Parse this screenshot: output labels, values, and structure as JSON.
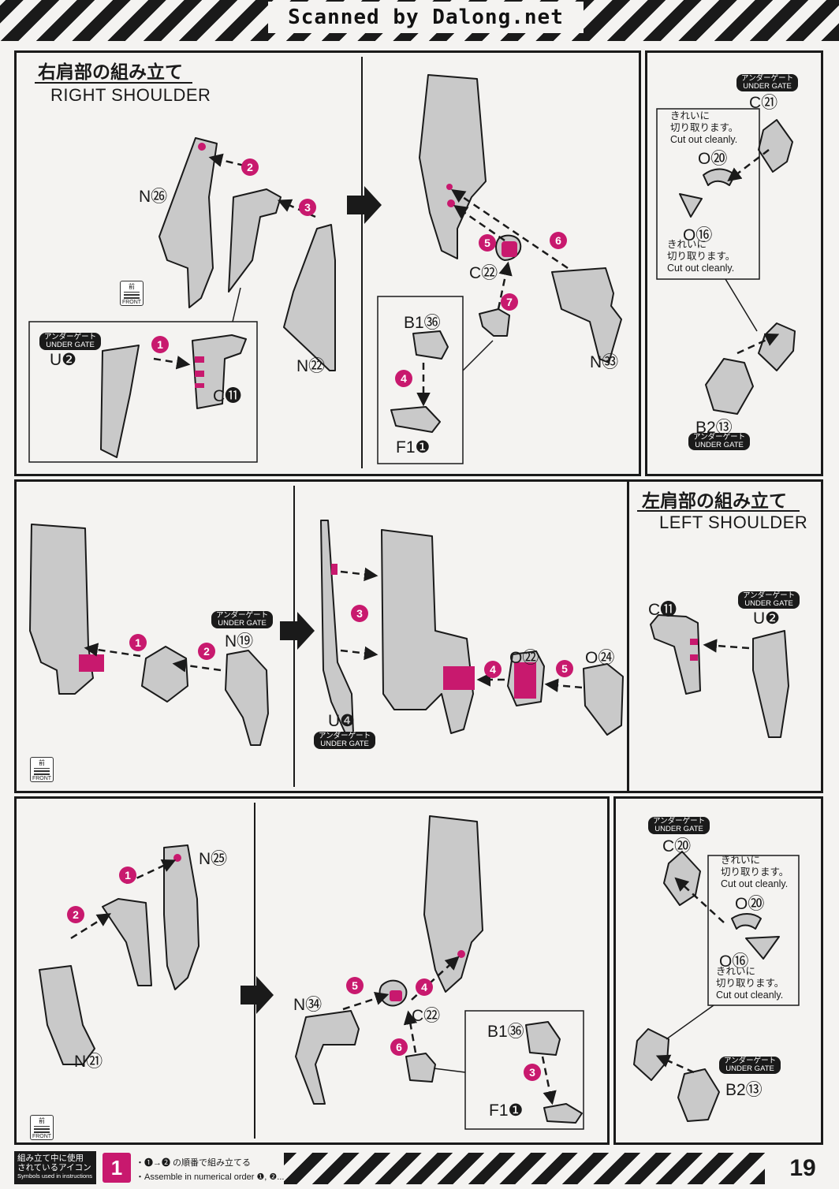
{
  "header": {
    "watermark": "Scanned by Dalong.net"
  },
  "colors": {
    "accent": "#c8196e",
    "ink": "#1a1a1a",
    "part": "#c9c9c9",
    "paper": "#f4f3f1"
  },
  "section_right": {
    "title_ja": "右肩部の組み立て",
    "title_en": "RIGHT SHOULDER",
    "panel1": {
      "parts": [
        "N㉖",
        "N㉒"
      ],
      "front_ja": "前",
      "front_en": "FRONT",
      "inset": {
        "badge": "アンダーゲート\nUNDER GATE",
        "parts": [
          "U❷",
          "C⓫"
        ]
      },
      "steps": [
        "1",
        "2",
        "3"
      ]
    },
    "panel2": {
      "parts": [
        "C㉒",
        "N㉝",
        "B1㊱",
        "F1❶"
      ],
      "steps": [
        "4",
        "5",
        "6",
        "7"
      ]
    },
    "panel3": {
      "badge_top": "アンダーゲート\nUNDER GATE",
      "parts": [
        "C㉑",
        "O⑳",
        "O⑯",
        "B2⑬"
      ],
      "note1": [
        "きれいに",
        "切り取ります。",
        "Cut out cleanly."
      ],
      "note2": [
        "きれいに",
        "切り取ります。",
        "Cut out cleanly."
      ],
      "badge_bottom": "アンダーゲート\nUNDER GATE"
    }
  },
  "section_mid": {
    "panel1": {
      "badge": "アンダーゲート\nUNDER GATE",
      "parts": [
        "N⑲"
      ],
      "front_ja": "前",
      "front_en": "FRONT",
      "steps": [
        "1",
        "2"
      ]
    },
    "panel2": {
      "parts": [
        "U❹",
        "O㉒",
        "O㉔"
      ],
      "badge": "アンダーゲート\nUNDER GATE",
      "steps": [
        "3",
        "4",
        "5"
      ]
    }
  },
  "section_left": {
    "title_ja": "左肩部の組み立て",
    "title_en": "LEFT SHOULDER",
    "panel1": {
      "badge": "アンダーゲート\nUNDER GATE",
      "parts": [
        "C⓫",
        "U❷"
      ]
    }
  },
  "section_bottom": {
    "panel1": {
      "parts": [
        "N㉕",
        "N㉑"
      ],
      "front_ja": "前",
      "front_en": "FRONT",
      "steps": [
        "1",
        "2"
      ]
    },
    "panel2": {
      "parts": [
        "N㉞",
        "C㉒",
        "B1㊱",
        "F1❶"
      ],
      "steps": [
        "3",
        "4",
        "5",
        "6"
      ]
    },
    "panel3": {
      "badge_top": "アンダーゲート\nUNDER GATE",
      "parts": [
        "C⑳",
        "O⑳",
        "O⑯",
        "B2⑬"
      ],
      "note1": [
        "きれいに",
        "切り取ります。",
        "Cut out cleanly."
      ],
      "note2": [
        "きれいに",
        "切り取ります。",
        "Cut out cleanly."
      ],
      "badge_bottom": "アンダーゲート\nUNDER GATE"
    }
  },
  "footer": {
    "box_ja1": "組み立て中に使用",
    "box_ja2": "されているアイコン",
    "box_en": "Symbols used in instructions",
    "icon": "1",
    "line1": "・❶→❷ の順番で組み立てる",
    "line2": "・Assemble in numerical order ❶, ❷...",
    "page_number": "19"
  }
}
